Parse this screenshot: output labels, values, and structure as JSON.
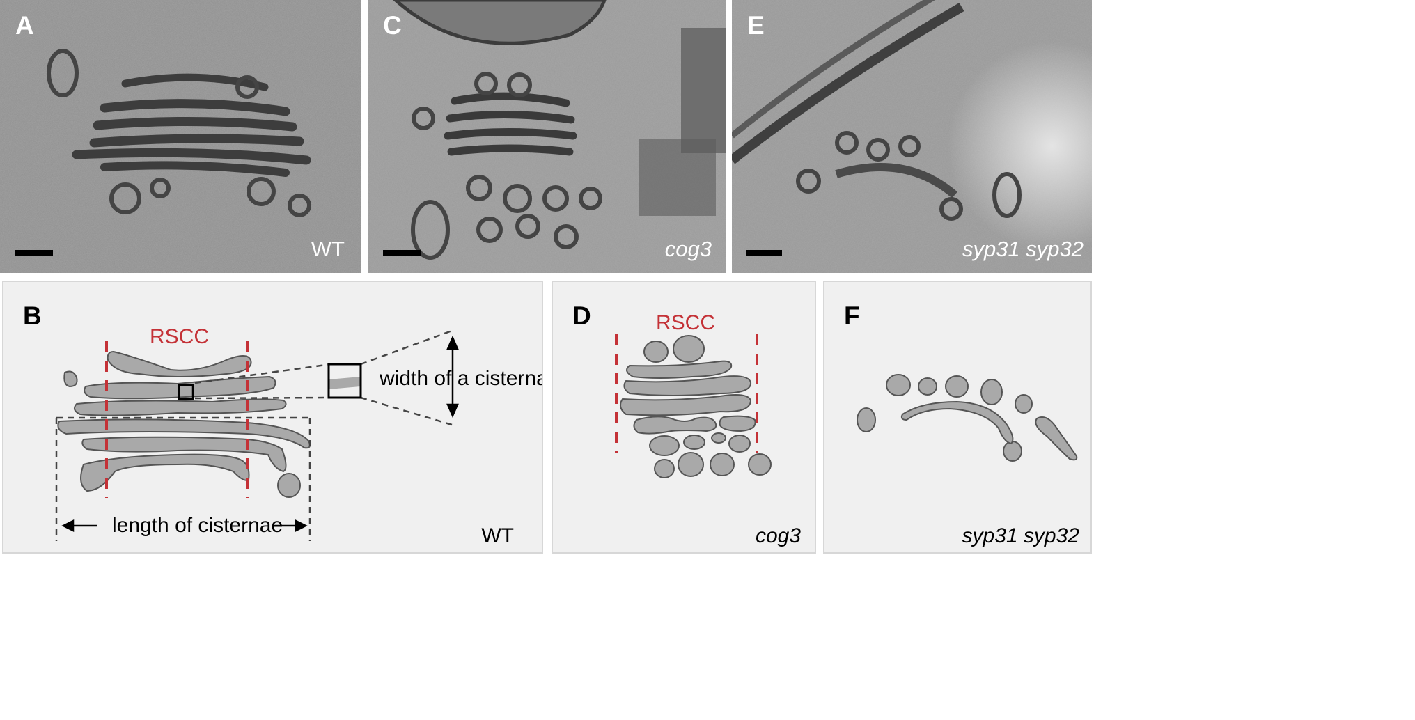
{
  "panels": {
    "a": {
      "letter": "A",
      "label": "WT"
    },
    "c": {
      "letter": "C",
      "label": "cog3"
    },
    "e": {
      "letter": "E",
      "label": "syp31 syp32"
    },
    "b": {
      "letter": "B",
      "label": "WT",
      "rscc": "RSCC",
      "width_label": "width of a cisternae",
      "length_label": "length of cisternae"
    },
    "d": {
      "letter": "D",
      "label": "cog3",
      "rscc": "RSCC"
    },
    "f": {
      "letter": "F",
      "label": "syp31 syp32"
    }
  },
  "colors": {
    "rscc": "#c43237",
    "cisterna_fill": "#a9a9a9",
    "cisterna_stroke": "#555555",
    "drawing_bg": "#f0f0f0"
  }
}
